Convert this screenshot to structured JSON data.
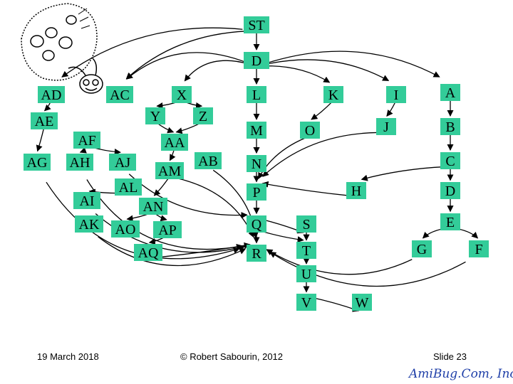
{
  "colors": {
    "node_fill": "#33cc99",
    "edge": "#000000",
    "brand": "#1f3fa8"
  },
  "bug_icon": "ladybug-mascot",
  "nodes": {
    "ST": "ST",
    "D": "D",
    "AD": "AD",
    "AC": "AC",
    "X": "X",
    "L": "L",
    "K": "K",
    "I": "I",
    "A": "A",
    "AE": "AE",
    "Y": "Y",
    "Z": "Z",
    "M": "M",
    "O": "O",
    "J": "J",
    "B": "B",
    "AF": "AF",
    "AA": "AA",
    "AG": "AG",
    "AH": "AH",
    "AJ": "AJ",
    "AM": "AM",
    "AB": "AB",
    "N": "N",
    "C": "C",
    "AL": "AL",
    "P": "P",
    "H": "H",
    "DD": "D",
    "AI": "AI",
    "AN": "AN",
    "AK": "AK",
    "AO": "AO",
    "AP": "AP",
    "Q": "Q",
    "S": "S",
    "E": "E",
    "AQ": "AQ",
    "R": "R",
    "T": "T",
    "G": "G",
    "F": "F",
    "U": "U",
    "V": "V",
    "W": "W"
  },
  "footer": {
    "date": "19 March 2018",
    "copyright": "© Robert Sabourin, 2012",
    "slide": "Slide 23",
    "brand": "AmiBug.Com, Inc."
  }
}
